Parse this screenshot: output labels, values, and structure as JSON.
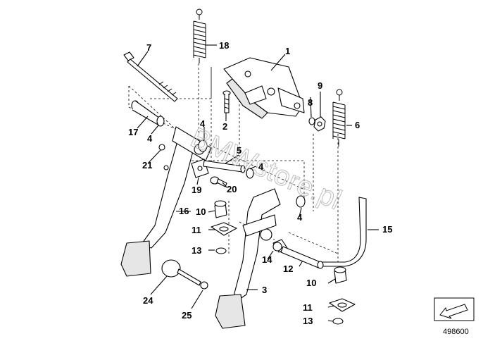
{
  "diagram": {
    "reference_id": "498600",
    "watermark": "BMWstore.pl",
    "callouts": {
      "c1": "1",
      "c2": "2",
      "c3": "3",
      "c4a": "4",
      "c4b": "4",
      "c4c": "4",
      "c4d": "4",
      "c5": "5",
      "c6": "6",
      "c7": "7",
      "c8": "8",
      "c9": "9",
      "c10a": "10",
      "c10b": "10",
      "c11a": "11",
      "c11b": "11",
      "c12": "12",
      "c13a": "13",
      "c13b": "13",
      "c14": "14",
      "c15": "15",
      "c16": "16",
      "c17": "17",
      "c18": "18",
      "c19": "19",
      "c20": "20",
      "c21": "21",
      "c24": "24",
      "c25": "25"
    }
  }
}
